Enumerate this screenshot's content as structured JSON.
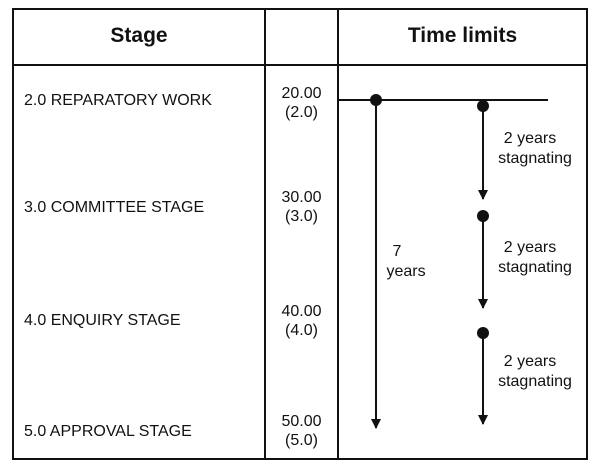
{
  "headers": {
    "stage": "Stage",
    "time_limits": "Time limits"
  },
  "stages": [
    {
      "label": "2.0  REPARATORY WORK",
      "code": "20.00",
      "code_sub": "(2.0)"
    },
    {
      "label": "3.0  COMMITTEE STAGE",
      "code": "30.00",
      "code_sub": "(3.0)"
    },
    {
      "label": "4.0  ENQUIRY STAGE",
      "code": "40.00",
      "code_sub": "(4.0)"
    },
    {
      "label": "5.0  APPROVAL STAGE",
      "code": "50.00",
      "code_sub": "(5.0)"
    }
  ],
  "arrows": {
    "total": {
      "line1": "7",
      "line2": "years"
    },
    "stagnating": [
      {
        "line1": "2 years",
        "line2": "stagnating"
      },
      {
        "line1": "2 years",
        "line2": "stagnating"
      },
      {
        "line1": "2 years",
        "line2": "stagnating"
      }
    ]
  }
}
